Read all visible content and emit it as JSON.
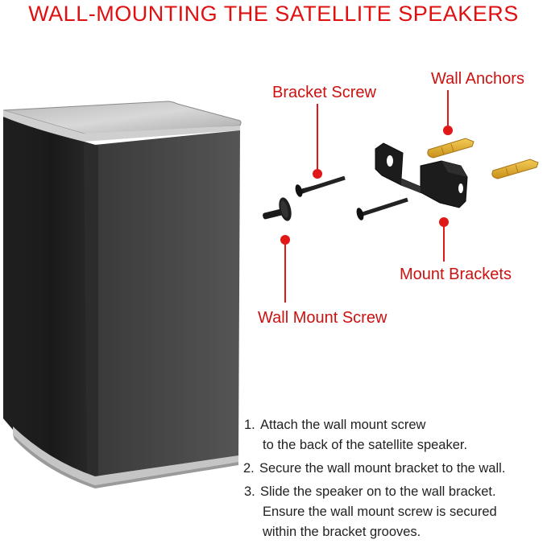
{
  "title": "WALL-MOUNTING THE SATELLITE SPEAKERS",
  "labels": {
    "bracket_screw": "Bracket Screw",
    "wall_anchors": "Wall Anchors",
    "mount_brackets": "Mount Brackets",
    "wall_mount_screw": "Wall Mount Screw"
  },
  "steps": [
    {
      "num": "1.",
      "lines": [
        "Attach the wall mount screw",
        "to the back of the satellite speaker."
      ]
    },
    {
      "num": "2.",
      "lines": [
        "Secure the wall mount bracket to the wall."
      ]
    },
    {
      "num": "3.",
      "lines": [
        "Slide the speaker on to the wall bracket.",
        "Ensure the wall mount screw is secured",
        "within the bracket grooves."
      ]
    }
  ],
  "colors": {
    "accent_red": "#e01010",
    "speaker_black": "#1b1b1b",
    "speaker_silver": "#c9c9c9",
    "anchor_yellow": "#e8b430"
  }
}
